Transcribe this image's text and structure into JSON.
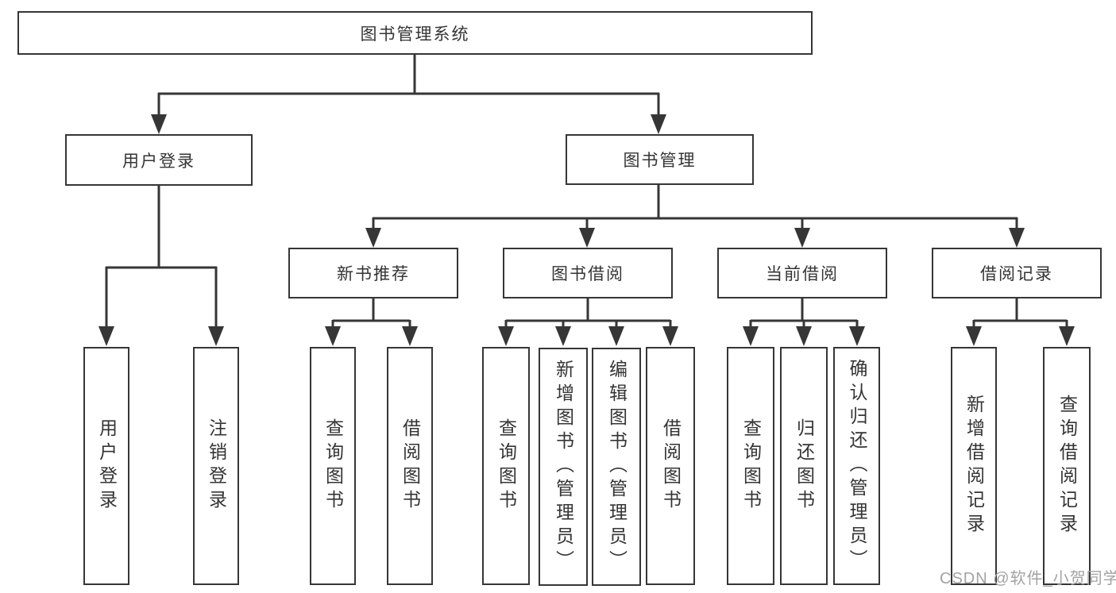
{
  "tree": {
    "label": "图书管理系统",
    "children": [
      {
        "label": "用户登录",
        "children": [
          {
            "label": "用户登录"
          },
          {
            "label": "注销登录"
          }
        ]
      },
      {
        "label": "图书管理",
        "children": [
          {
            "label": "新书推荐",
            "children": [
              {
                "label": "查询图书"
              },
              {
                "label": "借阅图书"
              }
            ]
          },
          {
            "label": "图书借阅",
            "children": [
              {
                "label": "查询图书"
              },
              {
                "label": "新增图书（管理员）"
              },
              {
                "label": "编辑图书（管理员）"
              },
              {
                "label": "借阅图书"
              }
            ]
          },
          {
            "label": "当前借阅",
            "children": [
              {
                "label": "查询图书"
              },
              {
                "label": "归还图书"
              },
              {
                "label": "确认归还（管理员）"
              }
            ]
          },
          {
            "label": "借阅记录",
            "children": [
              {
                "label": "新增借阅记录"
              },
              {
                "label": "查询借阅记录"
              }
            ]
          }
        ]
      }
    ]
  },
  "watermark": {
    "text": "CSDN @软件_小贺同学"
  },
  "colors": {
    "line": "#363636",
    "box_border": "#363636",
    "background": "#ffffff",
    "watermark": "#a3a3a3"
  }
}
